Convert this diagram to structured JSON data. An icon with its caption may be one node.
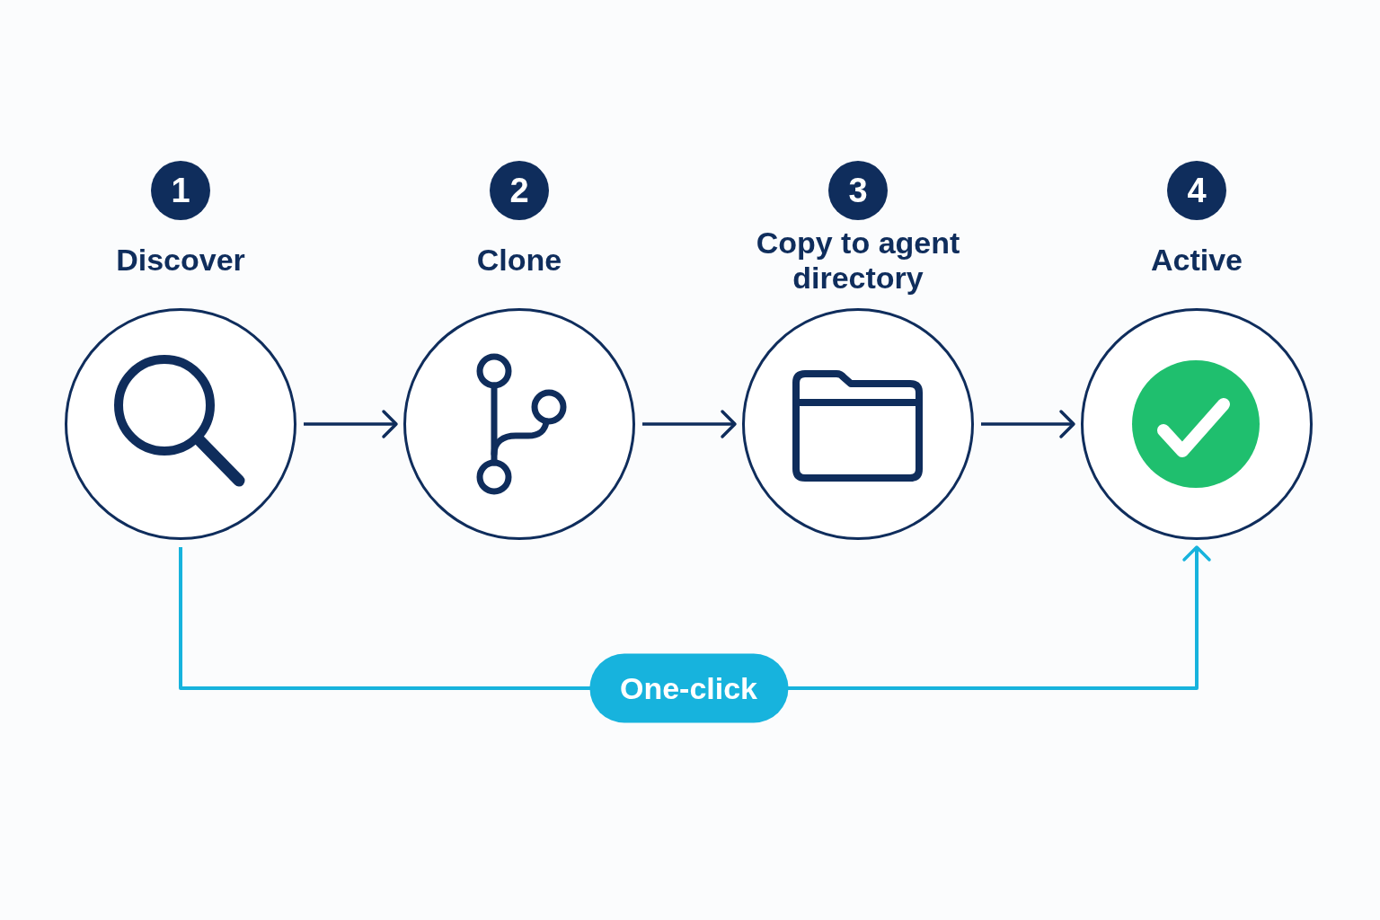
{
  "diagram": {
    "nodes": [
      {
        "text": [
          "1"
        ]
      },
      {
        "text": [
          "Discover"
        ]
      },
      {
        "text": [
          "2"
        ]
      },
      {
        "text": [
          "Clone"
        ]
      },
      {
        "text": [
          "3"
        ]
      },
      {
        "text": [
          "Copy to agent directory"
        ]
      },
      {
        "text": [
          "4"
        ]
      },
      {
        "text": [
          "Active"
        ]
      }
    ],
    "edges": [
      {
        "from": 1,
        "to": 3,
        "arrow": "to"
      },
      {
        "from": 3,
        "to": 5,
        "arrow": "to"
      },
      {
        "from": 5,
        "to": 7,
        "arrow": "to"
      },
      {
        "from": 1,
        "to": 7,
        "arrow": "to",
        "label": "One-click",
        "color": "#17b3dd"
      }
    ]
  }
}
